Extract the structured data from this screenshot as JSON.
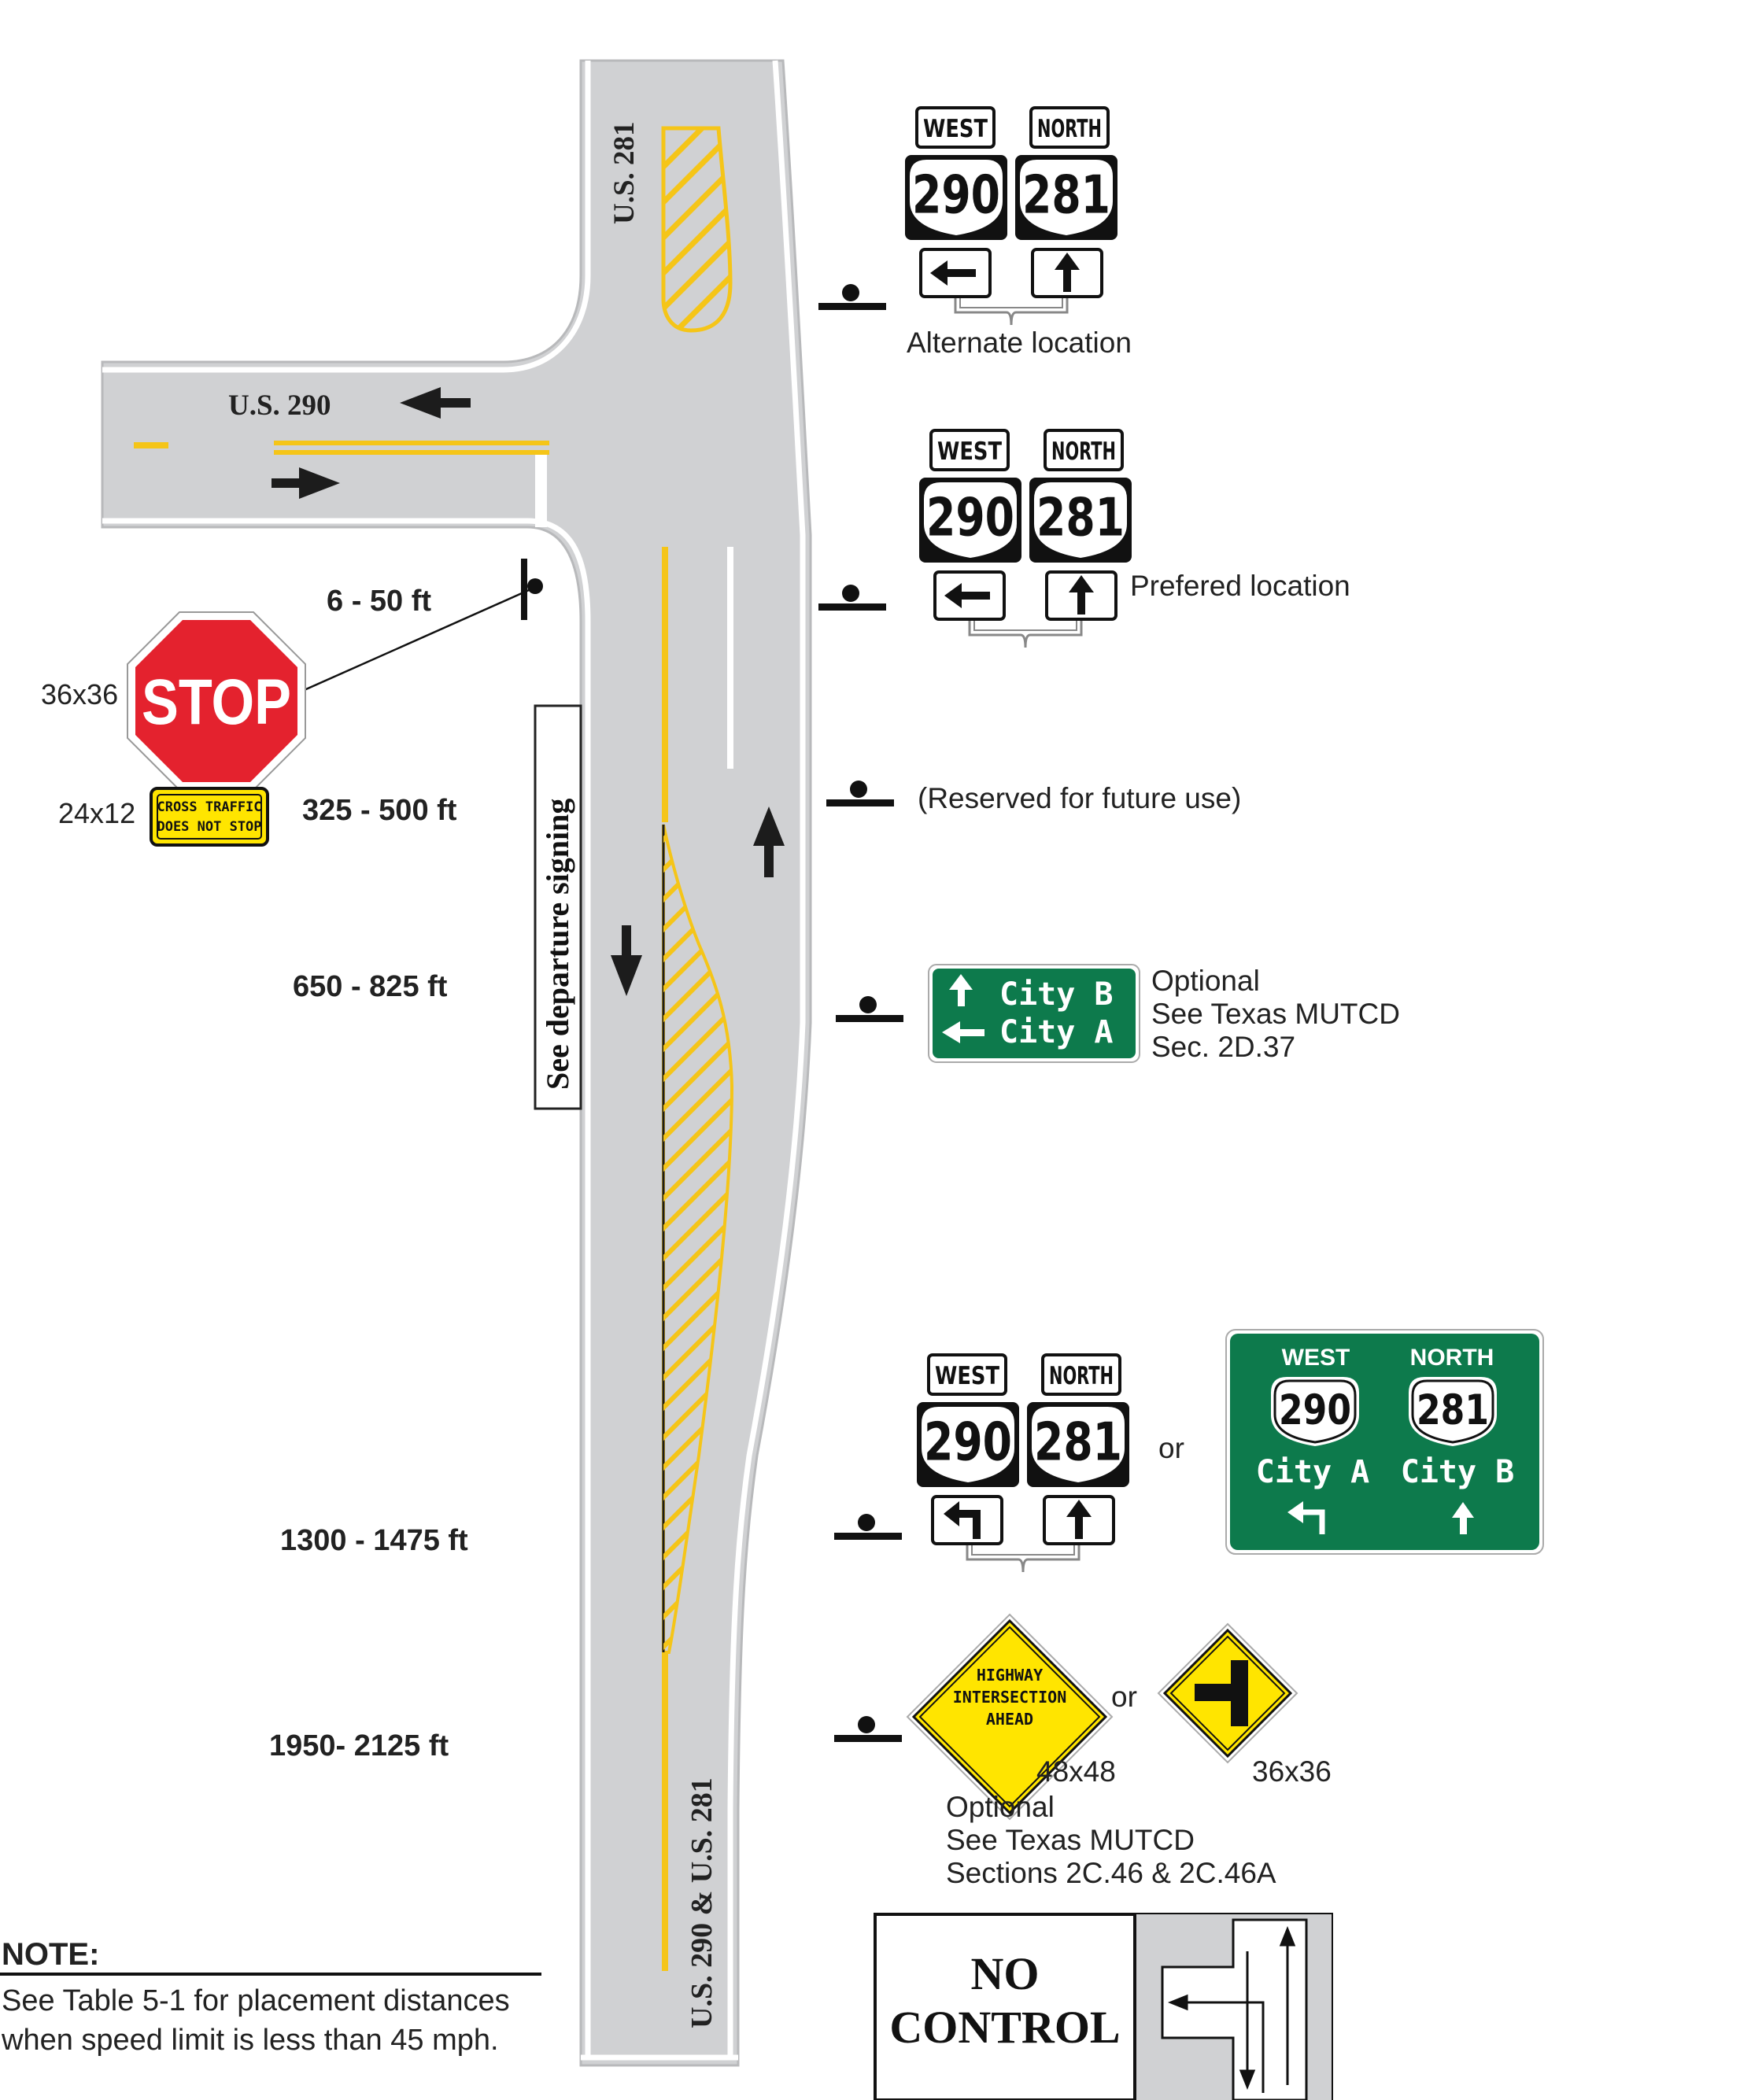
{
  "roads": {
    "north_label": "U.S. 281",
    "west_label": "U.S. 290",
    "south_label": "U.S. 290 & U.S. 281"
  },
  "departure_label": "See departure signing",
  "distances": {
    "d1": "6 - 50 ft",
    "d2": "325 - 500 ft",
    "d3": "650 - 825 ft",
    "d4": "1300 - 1475 ft",
    "d5": "1950-  2125 ft"
  },
  "stop_sign": {
    "size": "36x36",
    "text": "STOP"
  },
  "plaque": {
    "size": "24x12",
    "line1": "CROSS  TRAFFIC",
    "line2": "DOES  NOT  STOP"
  },
  "assembly_alt": {
    "west": "WEST",
    "north": "NORTH",
    "route1": "290",
    "route2": "281",
    "caption": "Alternate location"
  },
  "assembly_pref": {
    "west": "WEST",
    "north": "NORTH",
    "route1": "290",
    "route2": "281",
    "caption": "Prefered location"
  },
  "reserved_caption": "(Reserved for future use)",
  "destination_sign": {
    "line1": "City B",
    "line2": "City A",
    "note1": "Optional",
    "note2": "See Texas MUTCD",
    "note3": "Sec. 2D.37"
  },
  "assembly_adv": {
    "west": "WEST",
    "north": "NORTH",
    "route1": "290",
    "route2": "281",
    "or": "or"
  },
  "guide_sign": {
    "west": "WEST",
    "north": "NORTH",
    "route1": "290",
    "route2": "281",
    "city1": "City A",
    "city2": "City B"
  },
  "warning": {
    "line1": "HIGHWAY",
    "line2": "INTERSECTION",
    "line3": "AHEAD",
    "size1": "48x48",
    "or": "or",
    "size2": "36x36",
    "note1": "Optional",
    "note2": "See Texas MUTCD",
    "note3": "Sections 2C.46 & 2C.46A"
  },
  "legend": {
    "line1": "NO",
    "line2": "CONTROL"
  },
  "note": {
    "title": "NOTE:",
    "body": "See Table 5-1 for placement distances when speed limit is less than 45 mph."
  },
  "colors": {
    "road": "#d0d1d3",
    "yellow": "#f5c518",
    "stop_red": "#e4222e",
    "guide_green": "#0d7a4c",
    "warning_yellow": "#ffe500"
  }
}
